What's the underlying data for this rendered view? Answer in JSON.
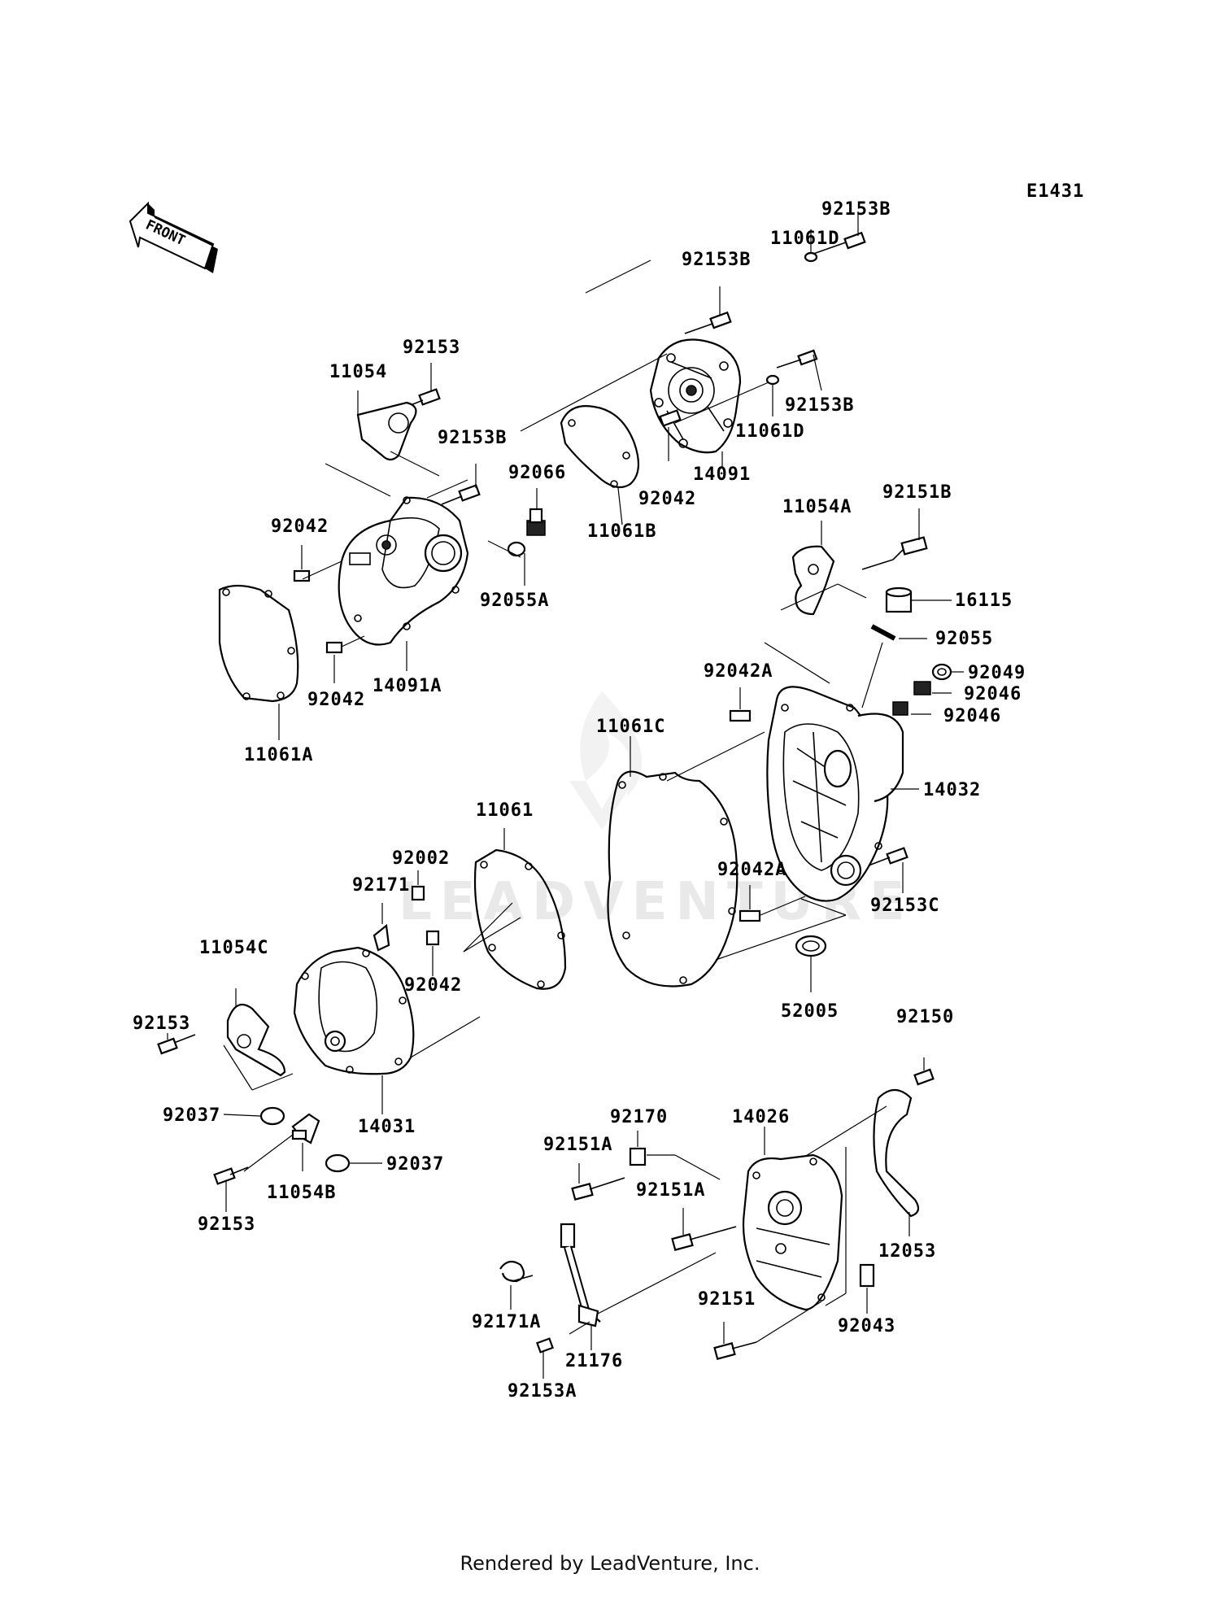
{
  "diagram_code": "E1431",
  "front_label": "FRONT",
  "watermark": "LEADVENTURE",
  "footer": "Rendered by LeadVenture, Inc.",
  "labels": {
    "p92153B_top": "92153B",
    "p11061D_top": "11061D",
    "p92153B_mid": "92153B",
    "p92153": "92153",
    "p11054": "11054",
    "p92153B_right": "92153B",
    "p11061D_right": "11061D",
    "p92153B_left": "92153B",
    "p92066": "92066",
    "p14091": "14091",
    "p92042_top": "92042",
    "p11061B": "11061B",
    "p92042_left": "92042",
    "p92055A": "92055A",
    "p92042_low": "92042",
    "p14091A": "14091A",
    "p11061A": "11061A",
    "p11054A": "11054A",
    "p92151B": "92151B",
    "p16115": "16115",
    "p92055": "92055",
    "p92042A_top": "92042A",
    "p92049": "92049",
    "p92046_a": "92046",
    "p92046_b": "92046",
    "p11061C": "11061C",
    "p14032": "14032",
    "p11061": "11061",
    "p92002": "92002",
    "p92171": "92171",
    "p92042A_low": "92042A",
    "p92153C": "92153C",
    "p92042_mid": "92042",
    "p11054C": "11054C",
    "p52005": "52005",
    "p92153_left": "92153",
    "p92150": "92150",
    "p14031": "14031",
    "p92037_a": "92037",
    "p92170": "92170",
    "p14026": "14026",
    "p92151A_a": "92151A",
    "p92037_b": "92037",
    "p92151A_b": "92151A",
    "p11054B": "11054B",
    "p92153_low": "92153",
    "p12053": "12053",
    "p92151": "92151",
    "p92043": "92043",
    "p92171A": "92171A",
    "p21176": "21176",
    "p92153A": "92153A"
  }
}
